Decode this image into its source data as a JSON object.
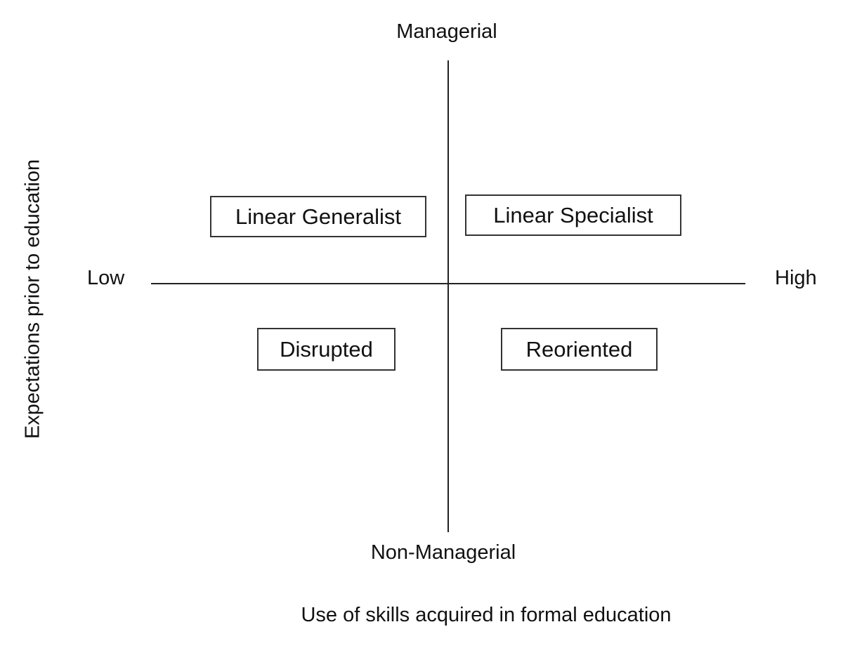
{
  "diagram": {
    "vertical_axis": {
      "top_label": "Managerial",
      "bottom_label": "Non-Managerial"
    },
    "horizontal_axis": {
      "left_label": "Low",
      "right_label": "High"
    },
    "x_title": "Use of skills acquired in formal education",
    "y_title": "Expectations prior to education",
    "quadrants": [
      {
        "position": "top-left",
        "label": "Linear Generalist"
      },
      {
        "position": "top-right",
        "label": "Linear Specialist"
      },
      {
        "position": "bottom-left",
        "label": "Disrupted"
      },
      {
        "position": "bottom-right",
        "label": "Reoriented"
      }
    ]
  }
}
